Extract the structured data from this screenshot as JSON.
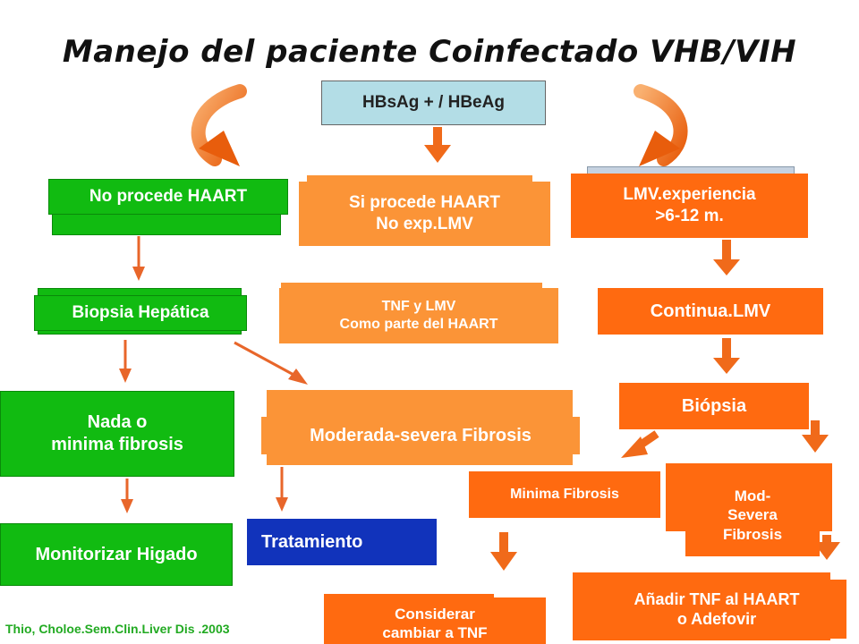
{
  "title": "Manejo del paciente Coinfectado VHB/VIH",
  "colors": {
    "green": "#11bb11",
    "orange": "#ff6a10",
    "light_orange": "#fb9437",
    "blue": "#1133bb",
    "cyan": "#b3dde6",
    "arrow": "#f06a1a"
  },
  "nodes": {
    "hbsag": "HBsAg + / HBeAg",
    "no_haart": "No procede HAART",
    "si_haart": "Si procede HAART\nNo exp.LMV",
    "lmv_exp": "LMV.experiencia\n>6-12 m.",
    "biopsia_hep": "Biopsia Hepática",
    "tnf_lmv": "TNF y LMV\nComo parte del  HAART",
    "continua": "Continua.LMV",
    "nada": "Nada o\nminima fibrosis",
    "moderada": "Moderada-severa Fibrosis",
    "biopsia": "Biópsia",
    "minima": "Minima Fibrosis",
    "mod_severa": "Mod-\nSevera\nFibrosis",
    "monitorizar": "Monitorizar  Higado",
    "tratamiento": "Tratamiento",
    "considerar": "Considerar\ncambiar a TNF",
    "anadir": "Añadir TNF al HAART\no Adefovir"
  },
  "citation": "Thio, Choloe.Sem.Clin.Liver Dis .2003"
}
